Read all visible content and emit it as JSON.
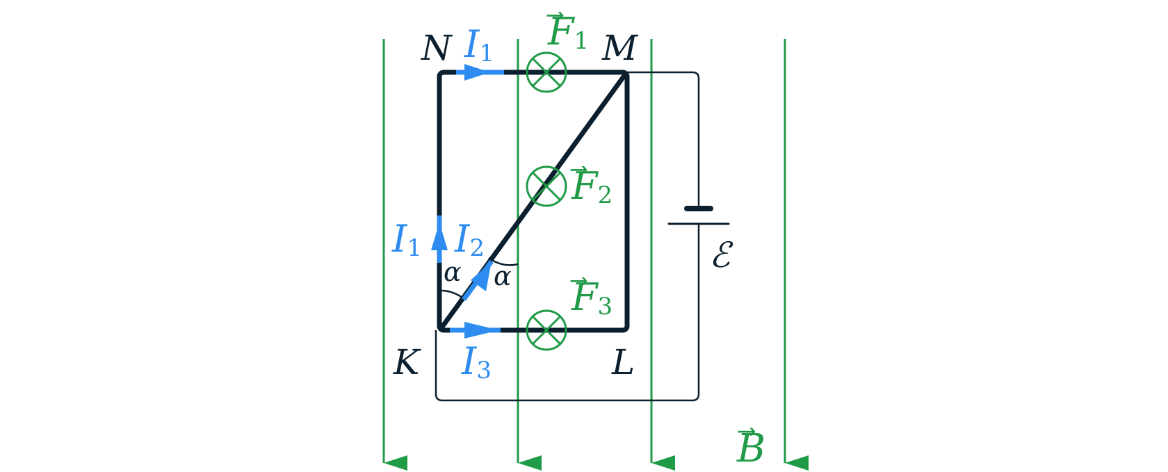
{
  "colors": {
    "frame": "#0b1f2e",
    "current": "#2e8cf0",
    "field": "#1f9a46"
  },
  "vertices": {
    "n": "N",
    "m": "M",
    "k": "K",
    "l": "L"
  },
  "currents": {
    "i1_top": {
      "symbol": "I",
      "sub": "1"
    },
    "i1_left": {
      "symbol": "I",
      "sub": "1"
    },
    "i2": {
      "symbol": "I",
      "sub": "2"
    },
    "i3": {
      "symbol": "I",
      "sub": "3"
    }
  },
  "forces": {
    "f1": {
      "symbol": "F",
      "sub": "1",
      "arrow": "⃗"
    },
    "f2": {
      "symbol": "F",
      "sub": "2",
      "arrow": "⃗"
    },
    "f3": {
      "symbol": "F",
      "sub": "3",
      "arrow": "⃗"
    }
  },
  "field": {
    "symbol": "B",
    "arrow": "⃗"
  },
  "angle": "α",
  "emf": "ℰ",
  "icons": {
    "force_marker": "into-page-cross-icon",
    "battery": "battery-icon"
  }
}
